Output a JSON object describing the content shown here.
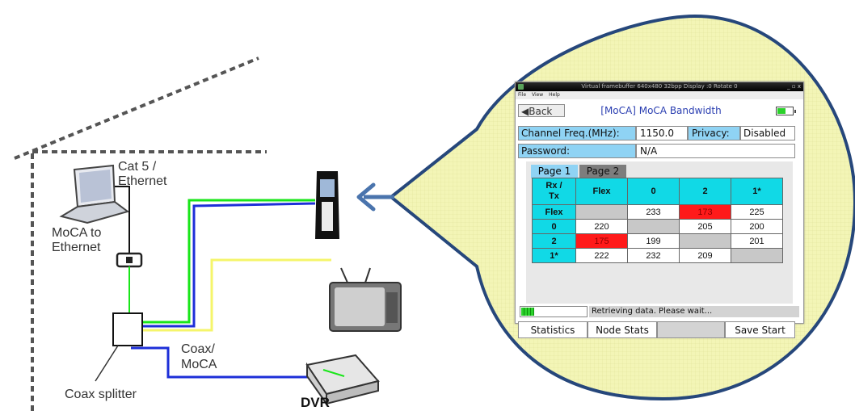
{
  "diagram": {
    "labels": {
      "cat5": "Cat 5 /",
      "ethernet": "Ethernet",
      "moca_to": "MoCA to",
      "moca_ethernet": "Ethernet",
      "coax": "Coax/",
      "moca": "MoCA",
      "coax_splitter": "Coax splitter",
      "dvr": "DVR"
    },
    "colors": {
      "bubble_fill": "#f3f5b6",
      "bubble_border": "#26477b",
      "arrow": "#4a74ad",
      "cable_blue": "#1d2fd8",
      "cable_green": "#19e619",
      "cable_yellow": "#f5f56a"
    }
  },
  "window": {
    "title": "Virtual framebuffer 640x480 32bpp Display :0 Rotate 0",
    "controls": "_ ▫ x",
    "menu": [
      "File",
      "View",
      "Help"
    ]
  },
  "app": {
    "back_label": "◀Back",
    "title": "[MoCA] MoCA Bandwidth",
    "channel_label": "Channel Freq.(MHz):",
    "channel_value": "1150.0",
    "privacy_label": "Privacy:",
    "privacy_value": "Disabled",
    "password_label": "Password:",
    "password_value": "N/A",
    "tabs": [
      "Page 1",
      "Page 2"
    ],
    "table": {
      "corner": [
        "Rx /",
        "Tx"
      ],
      "columns": [
        "Flex",
        "0",
        "2",
        "1*"
      ],
      "rows": [
        {
          "label": "Flex",
          "cells": [
            "",
            "233",
            "173",
            "225"
          ]
        },
        {
          "label": "0",
          "cells": [
            "220",
            "",
            "205",
            "200"
          ]
        },
        {
          "label": "2",
          "cells": [
            "175",
            "199",
            "",
            "201"
          ]
        },
        {
          "label": "1*",
          "cells": [
            "222",
            "232",
            "209",
            ""
          ]
        }
      ]
    },
    "progress_fraction": 0.2,
    "status": "Retrieving data. Please wait...",
    "buttons": [
      "Statistics",
      "Node Stats",
      "",
      "Save Start"
    ],
    "battery_fraction": 0.5
  }
}
